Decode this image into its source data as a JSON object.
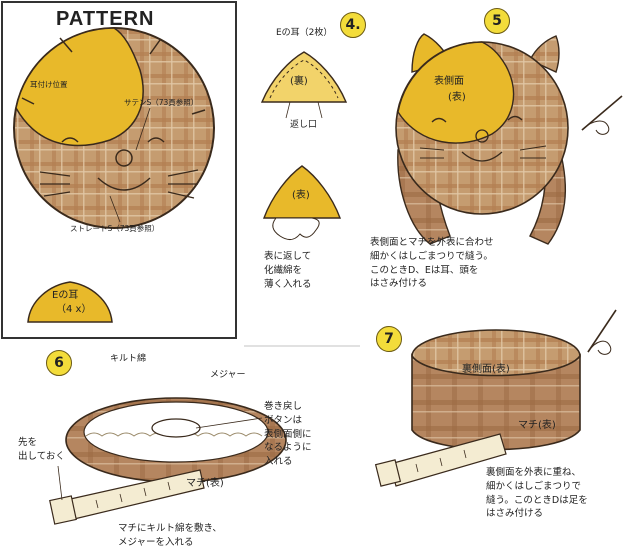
{
  "pattern": {
    "title": "PATTERN",
    "label_ear_position": "耳付け位置",
    "label_satin": "サテンS（73頁参照）",
    "label_straight": "ストレートS（73頁参照）",
    "ear_label": "Eの耳",
    "ear_count": "（4 x）"
  },
  "step4": {
    "number": "4.",
    "ear_count_label": "Eの耳（2枚）",
    "back_label": "(裏)",
    "opening_label": "返し口",
    "front_label": "(表)",
    "note_lines": [
      "表に返して",
      "化繊綿を",
      "薄く入れる"
    ]
  },
  "step5": {
    "number": "5",
    "side_label_1": "表側面",
    "side_label_2": "(表)",
    "note_lines": [
      "表側面とマチを外表に合わせ",
      "細かくはしごまつりで縫う。",
      "このときD、Eは耳、頭を",
      "はさみ付ける"
    ]
  },
  "step6": {
    "number": "6",
    "quilt_label": "キルト綿",
    "measure_label": "メジャー",
    "rewind_lines": [
      "巻き戻し",
      "ボタンは",
      "表側面側に",
      "なるように",
      "入れる"
    ],
    "tip_lines": [
      "先を",
      "出しておく"
    ],
    "gusset_label": "マチ(表)",
    "note_lines": [
      "マチにキルト綿を敷き、",
      "メジャーを入れる"
    ]
  },
  "step7": {
    "number": "7",
    "back_side_label": "裏側面(表)",
    "gusset_label": "マチ(表)",
    "note_lines": [
      "裏側面を外表に重ね、",
      "細かくはしごまつりで",
      "縫う。このときDは足を",
      "はさみ付ける"
    ]
  },
  "colors": {
    "yellow": "#e8b92a",
    "brown": "#b98a5a",
    "plaid": "#c9a27a",
    "outline": "#3a2a1c",
    "badge": "#f3dc3a"
  }
}
